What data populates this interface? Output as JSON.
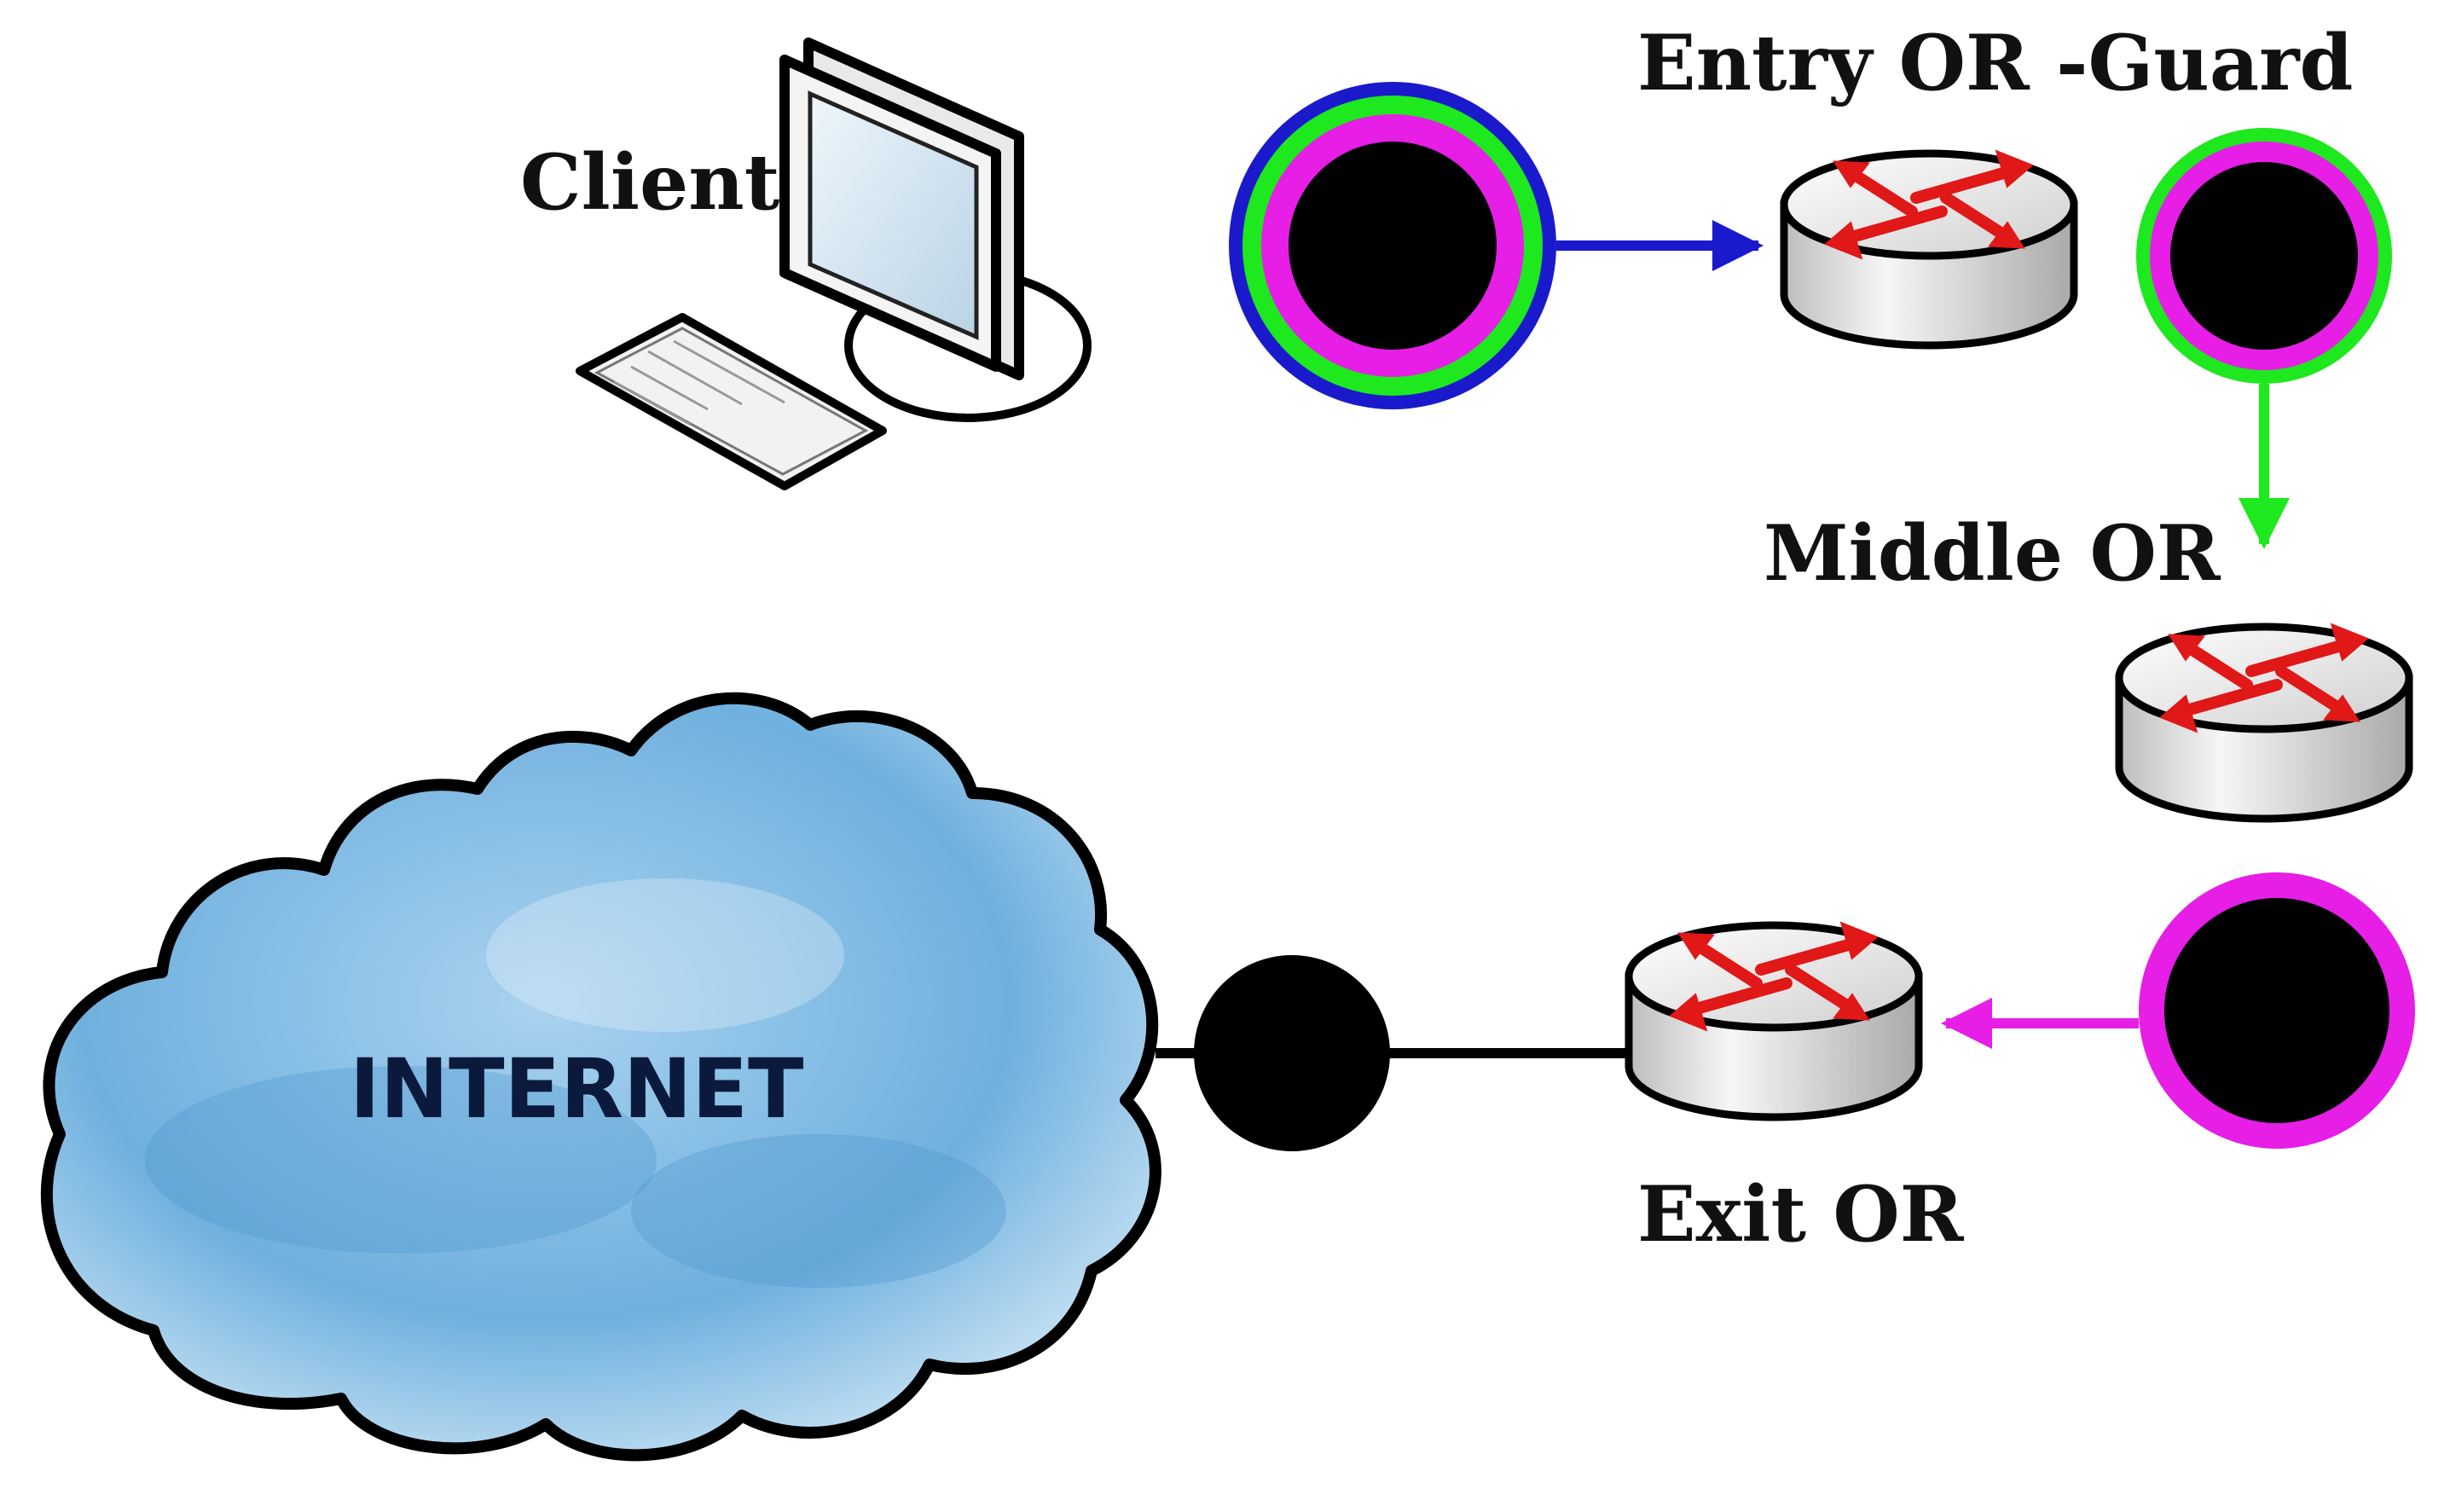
{
  "labels": {
    "client": "Client",
    "entry": "Entry OR -Guard",
    "middle": "Middle OR",
    "exit": "Exit OR",
    "internet": "INTERNET"
  },
  "colors": {
    "layer_blue": "#1a1acc",
    "layer_green": "#1ee81e",
    "layer_magenta": "#e61ee6",
    "core": "#000000",
    "router_arrow": "#e01818",
    "cloud_fill": "#7ab6e0",
    "cloud_text": "#0b1a3c"
  },
  "icons": {
    "client": "desktop-computer-icon",
    "router": "router-icon",
    "cloud": "cloud-icon",
    "packet": "onion-packet-icon"
  }
}
